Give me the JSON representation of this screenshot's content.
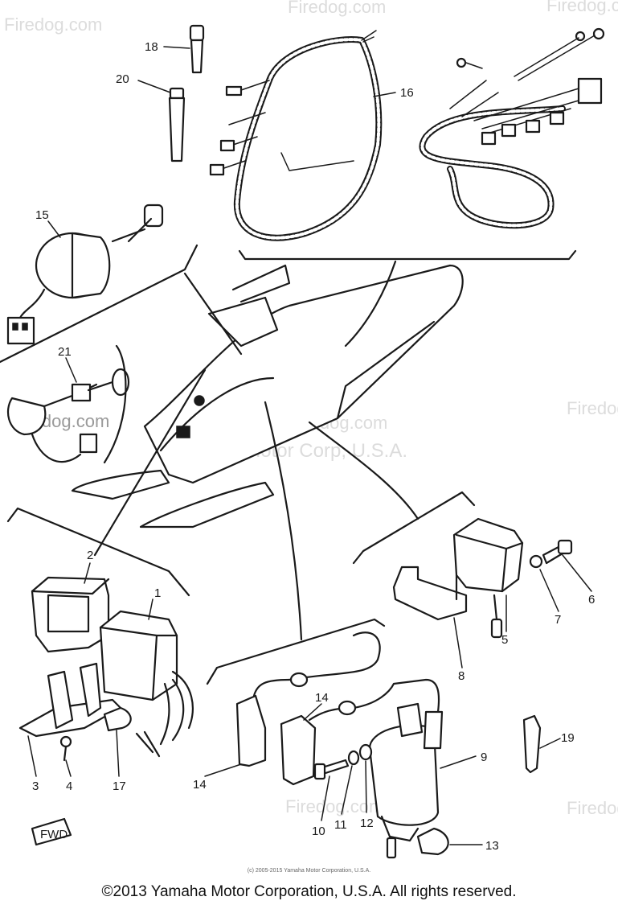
{
  "watermarks": {
    "site": "Firedog.com",
    "manufacturer": "Yamaha Motor Corp, U.S.A."
  },
  "callouts": [
    "18",
    "20",
    "16",
    "15",
    "21",
    "2",
    "1",
    "3",
    "4",
    "17",
    "6",
    "7",
    "5",
    "8",
    "14",
    "14",
    "9",
    "19",
    "10",
    "11",
    "12",
    "13"
  ],
  "fwd_label": "FWD",
  "small_copyright": "(c) 2005-2015 Yamaha Motor Corporation, U.S.A.",
  "copyright": "©2013 Yamaha Motor Corporation, U.S.A. All rights reserved."
}
